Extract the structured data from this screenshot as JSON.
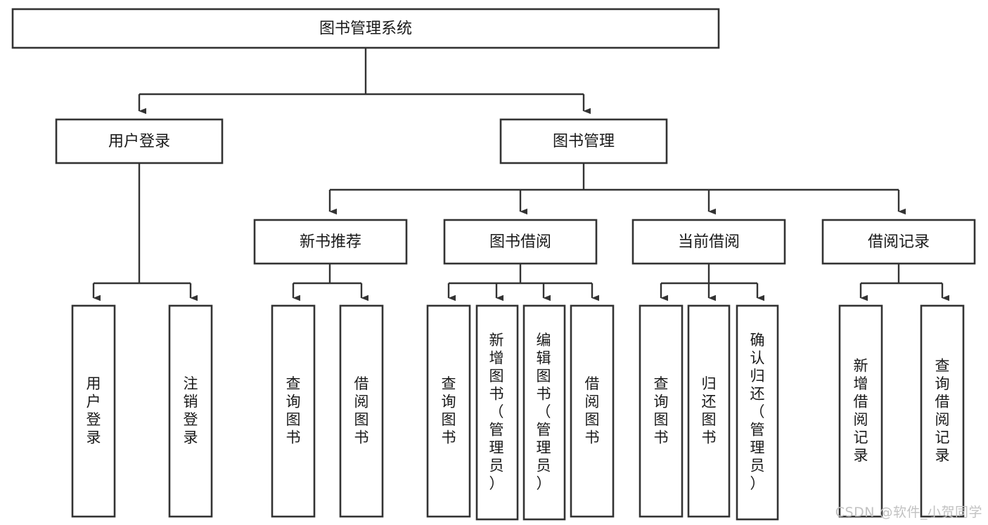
{
  "diagram": {
    "type": "tree-hierarchy-chart",
    "title": "图书管理系统",
    "watermark": "CSDN @软件_小贺同学",
    "colors": {
      "background": "#ffffff",
      "box_stroke": "#333333",
      "box_fill": "#ffffff",
      "text": "#1a1a1a",
      "watermark": "#c2c2c2"
    },
    "levels": [
      {
        "level": 1,
        "nodes": [
          {
            "id": "root",
            "label": "图书管理系统",
            "orientation": "horizontal"
          }
        ]
      },
      {
        "level": 2,
        "nodes": [
          {
            "id": "user-login",
            "label": "用户登录",
            "orientation": "horizontal",
            "parent": "root"
          },
          {
            "id": "book-manage",
            "label": "图书管理",
            "orientation": "horizontal",
            "parent": "root"
          }
        ]
      },
      {
        "level": 3,
        "nodes": [
          {
            "id": "new-book-rec",
            "label": "新书推荐",
            "orientation": "horizontal",
            "parent": "book-manage"
          },
          {
            "id": "book-borrow",
            "label": "图书借阅",
            "orientation": "horizontal",
            "parent": "book-manage"
          },
          {
            "id": "current-borrow",
            "label": "当前借阅",
            "orientation": "horizontal",
            "parent": "book-manage"
          },
          {
            "id": "borrow-record",
            "label": "借阅记录",
            "orientation": "horizontal",
            "parent": "book-manage"
          }
        ]
      },
      {
        "level": 4,
        "nodes": [
          {
            "id": "leaf-user-login",
            "label": "用户登录",
            "orientation": "vertical",
            "parent": "user-login"
          },
          {
            "id": "leaf-logout",
            "label": "注销登录",
            "orientation": "vertical",
            "parent": "user-login"
          },
          {
            "id": "leaf-query-book-1",
            "label": "查询图书",
            "orientation": "vertical",
            "parent": "new-book-rec"
          },
          {
            "id": "leaf-borrow-book-1",
            "label": "借阅图书",
            "orientation": "vertical",
            "parent": "new-book-rec"
          },
          {
            "id": "leaf-query-book-2",
            "label": "查询图书",
            "orientation": "vertical",
            "parent": "book-borrow"
          },
          {
            "id": "leaf-add-book",
            "label": "新增图书（管理员）",
            "orientation": "vertical",
            "parent": "book-borrow"
          },
          {
            "id": "leaf-edit-book",
            "label": "编辑图书（管理员）",
            "orientation": "vertical",
            "parent": "book-borrow"
          },
          {
            "id": "leaf-borrow-book-2",
            "label": "借阅图书",
            "orientation": "vertical",
            "parent": "book-borrow"
          },
          {
            "id": "leaf-query-book-3",
            "label": "查询图书",
            "orientation": "vertical",
            "parent": "current-borrow"
          },
          {
            "id": "leaf-return-book",
            "label": "归还图书",
            "orientation": "vertical",
            "parent": "current-borrow"
          },
          {
            "id": "leaf-confirm-return",
            "label": "确认归还（管理员）",
            "orientation": "vertical",
            "parent": "current-borrow"
          },
          {
            "id": "leaf-add-record",
            "label": "新增借阅记录",
            "orientation": "vertical",
            "parent": "borrow-record"
          },
          {
            "id": "leaf-query-record",
            "label": "查询借阅记录",
            "orientation": "vertical",
            "parent": "borrow-record"
          }
        ]
      }
    ]
  }
}
